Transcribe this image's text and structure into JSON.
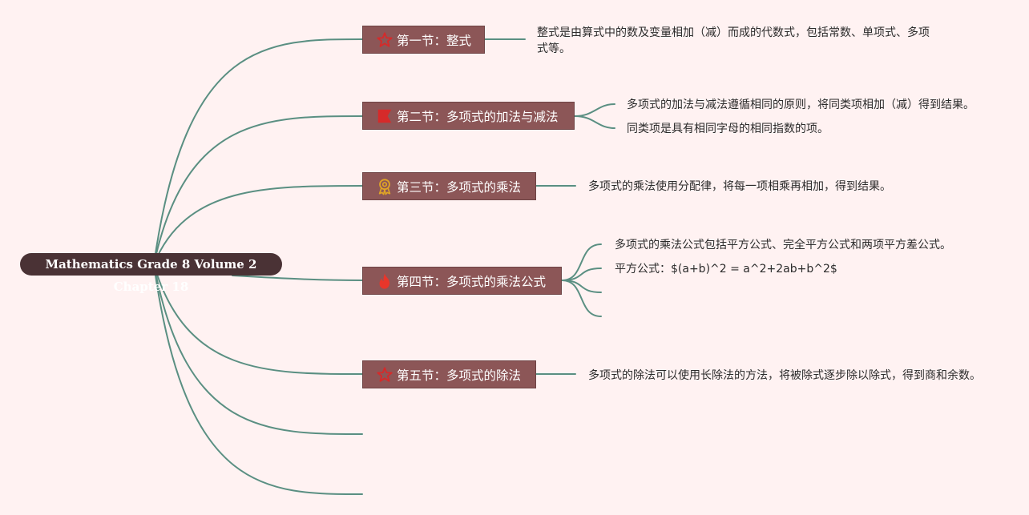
{
  "root": {
    "title": "Mathematics Grade 8 Volume 2 Chapter 18"
  },
  "colors": {
    "background": "#fff2f2",
    "root_fill": "#4a3235",
    "topic_fill": "#8c5657",
    "connector": "#5a8f82",
    "icon_red": "#d62a2a",
    "icon_gold": "#e0a526"
  },
  "topics": [
    {
      "label": "第一节：整式",
      "icon": "star-icon",
      "notes": [
        "整式是由算式中的数及变量相加（减）而成的代数式，包括常数、单项式、多项式等。"
      ]
    },
    {
      "label": "第二节：多项式的加法与减法",
      "icon": "flag-icon",
      "notes": [
        "多项式的加法与减法遵循相同的原则，将同类项相加（减）得到结果。",
        "同类项是具有相同字母的相同指数的项。"
      ]
    },
    {
      "label": "第三节：多项式的乘法",
      "icon": "award-ribbon-icon",
      "notes": [
        "多项式的乘法使用分配律，将每一项相乘再相加，得到结果。"
      ]
    },
    {
      "label": "第四节：多项式的乘法公式",
      "icon": "fire-icon",
      "notes": [
        "多项式的乘法公式包括平方公式、完全平方公式和两项平方差公式。",
        "平方公式：$(a+b)^2 = a^2+2ab+b^2$"
      ]
    },
    {
      "label": "第五节：多项式的除法",
      "icon": "star-icon",
      "notes": [
        "多项式的除法可以使用长除法的方法，将被除式逐步除以除式，得到商和余数。"
      ]
    }
  ]
}
